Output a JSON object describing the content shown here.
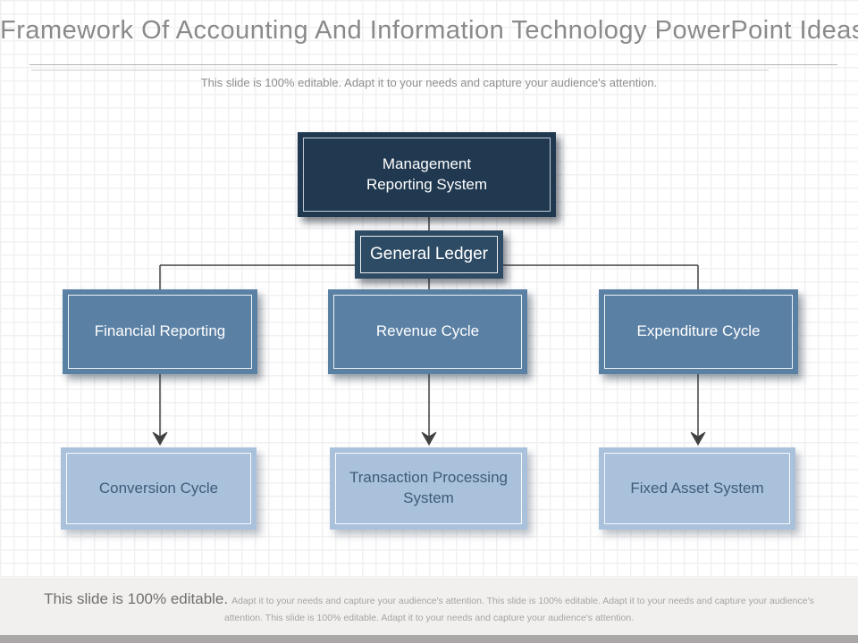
{
  "slide": {
    "title": "Framework Of Accounting And Information Technology PowerPoint Ideas",
    "subtitle": "This slide is 100% editable.  Adapt it to your needs and capture your audience's attention.",
    "footer": {
      "lead": "This slide is 100% editable.",
      "rest": "Adapt it to your needs and capture your audience's attention. This slide is 100% editable. Adapt it to your needs and capture your audience's attention. This slide is 100% editable. Adapt it to your needs and capture your audience's attention."
    }
  },
  "diagram": {
    "root": {
      "label": "Management Reporting System"
    },
    "hub": {
      "label": "General Ledger"
    },
    "mid_row": [
      {
        "label": "Financial Reporting"
      },
      {
        "label": "Revenue Cycle"
      },
      {
        "label": "Expenditure Cycle"
      }
    ],
    "bottom_row": [
      {
        "label": "Conversion Cycle"
      },
      {
        "label": "Transaction Processing System"
      },
      {
        "label": "Fixed Asset System"
      }
    ]
  },
  "colors": {
    "root_fill": "#213950",
    "hub_fill": "#2e4b66",
    "mid_fill": "#5a80a4",
    "leaf_fill": "#a9c1db",
    "leaf_text": "#3e5c7a",
    "connector": "#424242",
    "title_text": "#8a8a8a",
    "subtitle_text": "#8f8f8f",
    "footer_bg": "#f1f0ee",
    "footer_lead_text": "#6f6f6f",
    "footer_small_text": "#a4a4a4",
    "bottom_bar": "#aba7a7",
    "grid_line": "#f1f1f3"
  }
}
